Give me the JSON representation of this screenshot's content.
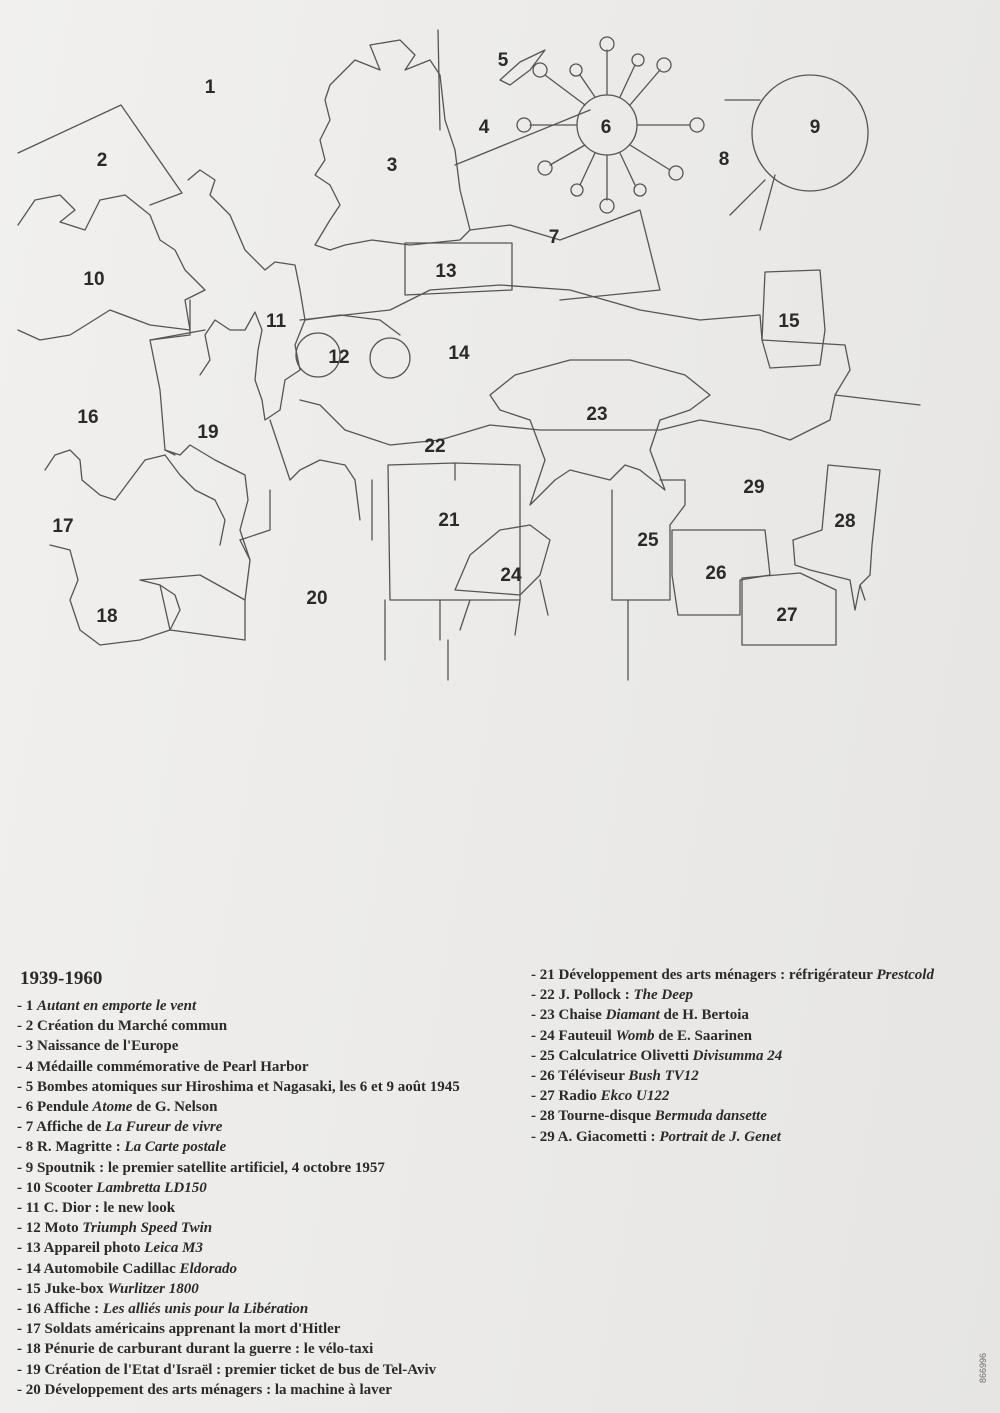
{
  "title": "1939-1960",
  "stamp": "866996",
  "drawing_numbers": [
    "1",
    "2",
    "3",
    "4",
    "5",
    "6",
    "7",
    "8",
    "9",
    "10",
    "11",
    "12",
    "13",
    "14",
    "15",
    "16",
    "17",
    "18",
    "19",
    "20",
    "21",
    "22",
    "23",
    "24",
    "25",
    "26",
    "27",
    "28",
    "29"
  ],
  "legend_left": [
    [
      {
        "t": "- 1 "
      },
      {
        "t": "Autant en emporte le vent",
        "i": true
      }
    ],
    [
      {
        "t": "- 2 Création du Marché commun"
      }
    ],
    [
      {
        "t": "- 3 Naissance de l'Europe"
      }
    ],
    [
      {
        "t": "- 4 Médaille commémorative de Pearl Harbor"
      }
    ],
    [
      {
        "t": "- 5 Bombes atomiques sur Hiroshima et Nagasaki, les 6 et 9 août 1945"
      }
    ],
    [
      {
        "t": "- 6  Pendule "
      },
      {
        "t": "Atome",
        "i": true
      },
      {
        "t": " de G. Nelson"
      }
    ],
    [
      {
        "t": "- 7 Affiche de "
      },
      {
        "t": "La Fureur de vivre",
        "i": true
      }
    ],
    [
      {
        "t": "- 8 R. Magritte : "
      },
      {
        "t": "La Carte postale",
        "i": true
      }
    ],
    [
      {
        "t": "- 9 Spoutnik : le premier satellite artificiel, 4 octobre 1957"
      }
    ],
    [
      {
        "t": "- 10 Scooter "
      },
      {
        "t": "Lambretta LD150",
        "i": true
      }
    ],
    [
      {
        "t": "- 11 C. Dior : le new look"
      }
    ],
    [
      {
        "t": "- 12 Moto "
      },
      {
        "t": "Triumph Speed Twin",
        "i": true
      }
    ],
    [
      {
        "t": "- 13 Appareil photo "
      },
      {
        "t": "Leica M3",
        "i": true
      }
    ],
    [
      {
        "t": "- 14 Automobile Cadillac "
      },
      {
        "t": "Eldorado",
        "i": true
      }
    ],
    [
      {
        "t": "- 15 Juke-box "
      },
      {
        "t": "Wurlitzer 1800",
        "i": true
      }
    ],
    [
      {
        "t": "- 16 Affiche : "
      },
      {
        "t": "Les alliés unis pour la Libération",
        "i": true
      }
    ],
    [
      {
        "t": "- 17 Soldats américains apprenant la mort d'Hitler"
      }
    ],
    [
      {
        "t": "- 18 Pénurie de carburant durant la guerre : le vélo-taxi"
      }
    ],
    [
      {
        "t": "- 19 Création de l'Etat d'Israël : premier ticket de bus de Tel-Aviv"
      }
    ],
    [
      {
        "t": "- 20 Développement des arts ménagers : la machine à laver"
      }
    ]
  ],
  "legend_right": [
    [
      {
        "t": "- 21 Développement des arts ménagers : réfrigérateur "
      },
      {
        "t": "Prestcold",
        "i": true
      }
    ],
    [
      {
        "t": "- 22 J. Pollock : "
      },
      {
        "t": "The Deep",
        "i": true
      }
    ],
    [
      {
        "t": "- 23 Chaise "
      },
      {
        "t": "Diamant",
        "i": true
      },
      {
        "t": " de H. Bertoia"
      }
    ],
    [
      {
        "t": "- 24 Fauteuil "
      },
      {
        "t": "Womb",
        "i": true
      },
      {
        "t": " de E. Saarinen"
      }
    ],
    [
      {
        "t": "- 25 Calculatrice Olivetti "
      },
      {
        "t": "Divisumma 24",
        "i": true
      }
    ],
    [
      {
        "t": "- 26 Téléviseur "
      },
      {
        "t": "Bush TV12",
        "i": true
      }
    ],
    [
      {
        "t": "- 27 Radio "
      },
      {
        "t": "Ekco U122",
        "i": true
      }
    ],
    [
      {
        "t": "- 28 Tourne-disque "
      },
      {
        "t": "Bermuda dansette",
        "i": true
      }
    ],
    [
      {
        "t": "- 29 A. Giacometti : "
      },
      {
        "t": "Portrait de J. Genet",
        "i": true
      }
    ]
  ]
}
